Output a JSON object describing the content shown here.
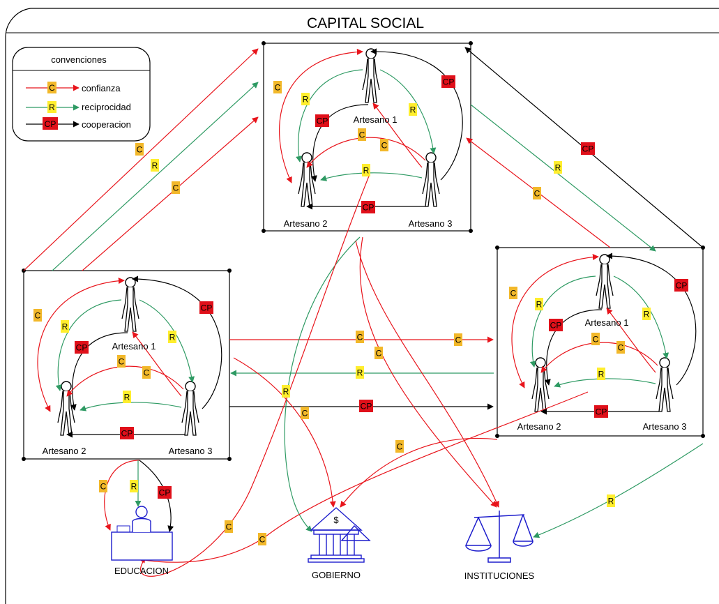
{
  "title": "CAPITAL SOCIAL",
  "legend": {
    "title": "convenciones",
    "items": [
      {
        "tag": "C",
        "text": "confianza"
      },
      {
        "tag": "R",
        "text": "reciprocidad"
      },
      {
        "tag": "CP",
        "text": "cooperacion"
      }
    ]
  },
  "groups": {
    "top": {
      "a1": "Artesano 1",
      "a2": "Artesano 2",
      "a3": "Artesano 3"
    },
    "left": {
      "a1": "Artesano 1",
      "a2": "Artesano 2",
      "a3": "Artesano 3"
    },
    "right": {
      "a1": "Artesano 1",
      "a2": "Artesano 2",
      "a3": "Artesano 3"
    }
  },
  "entities": {
    "educacion": "EDUCACION",
    "gobierno": "GOBIERNO",
    "gobierno_symbol": "$",
    "instituciones": "INSTITUCIONES"
  },
  "tags": {
    "c": "C",
    "r": "R",
    "cp": "CP"
  },
  "colors": {
    "confianza": "#e8141b",
    "reciprocidad": "#2e9a63",
    "cooperacion": "#000000",
    "tag_yellow": "#ffee2e",
    "tag_orange": "#f2b82a",
    "tag_red": "#e0101a",
    "icon_blue": "#1c1ccc"
  }
}
